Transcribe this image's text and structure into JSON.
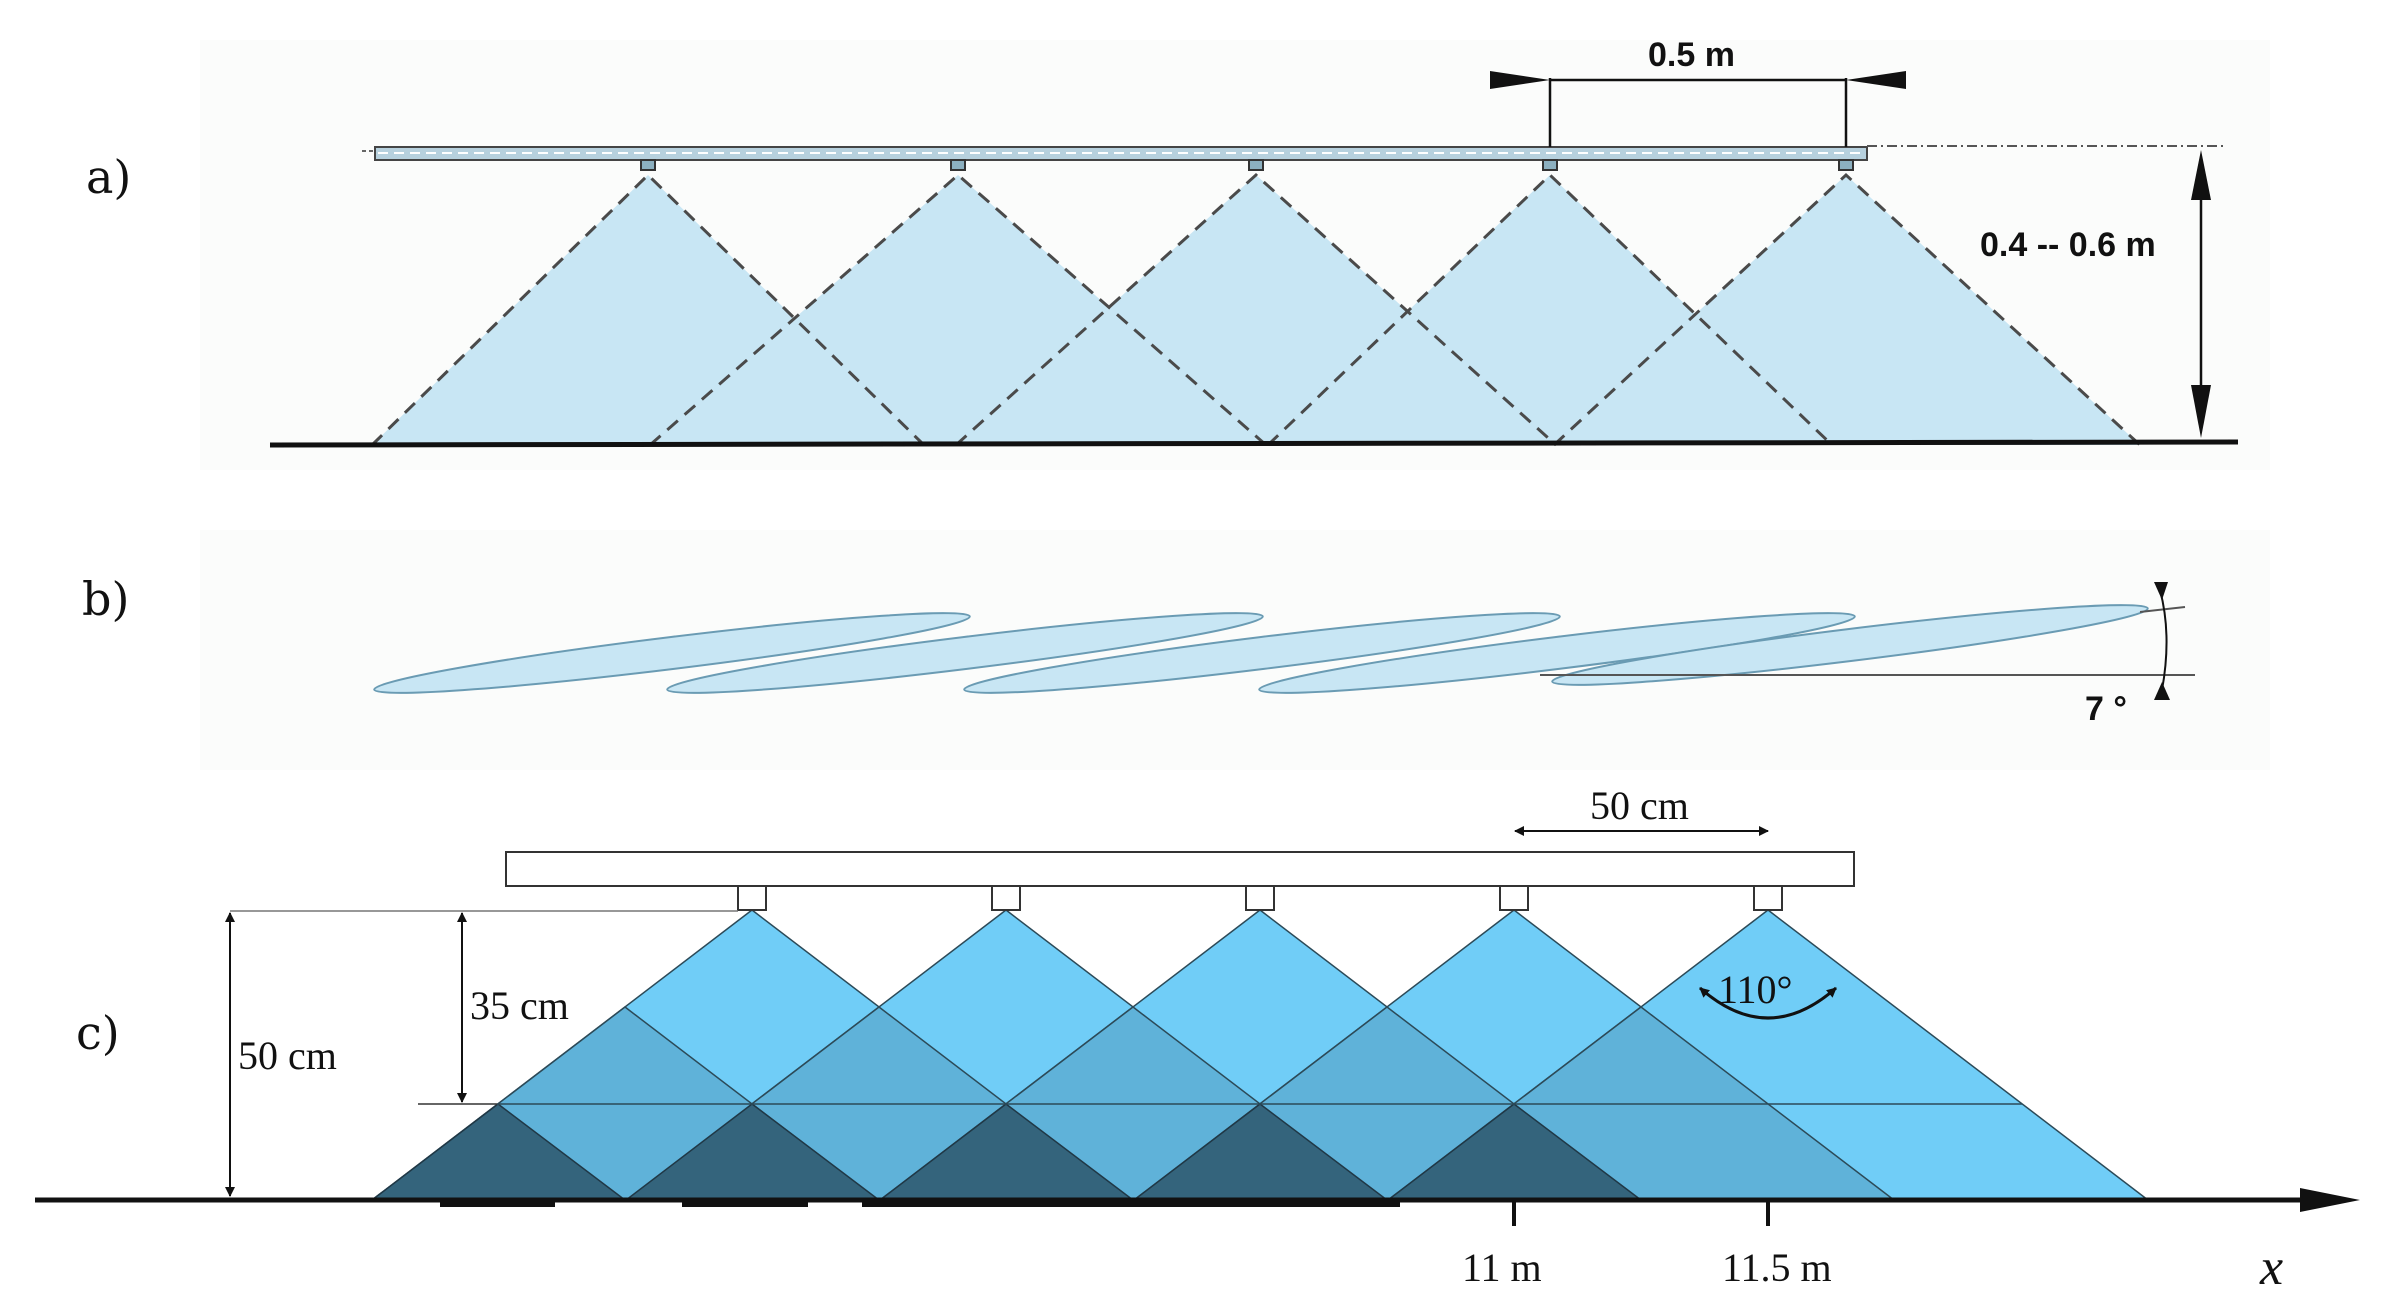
{
  "panels": {
    "a": {
      "label": "a)",
      "spacing": "0.5 m",
      "height": "0.4 -- 0.6 m"
    },
    "b": {
      "label": "b)",
      "angle": "7 °"
    },
    "c": {
      "label": "c)",
      "spacing": "50 cm",
      "height_total": "50 cm",
      "height_overlap": "35 cm",
      "spray_angle": "110°",
      "ticks": [
        "11 m",
        "11.5 m"
      ],
      "axis": "x"
    }
  },
  "colors": {
    "spray_light": "#c8e6f4",
    "spray_dashed": "#4a4a4a",
    "cone_light": "#70cdf7",
    "cone_mid": "#5fb2d9",
    "cone_dark": "#34647c",
    "ink": "#111111"
  },
  "icons": [
    "arrow-left-icon",
    "arrow-right-icon",
    "arrow-up-icon",
    "arrow-down-icon",
    "axis-arrow-icon"
  ]
}
